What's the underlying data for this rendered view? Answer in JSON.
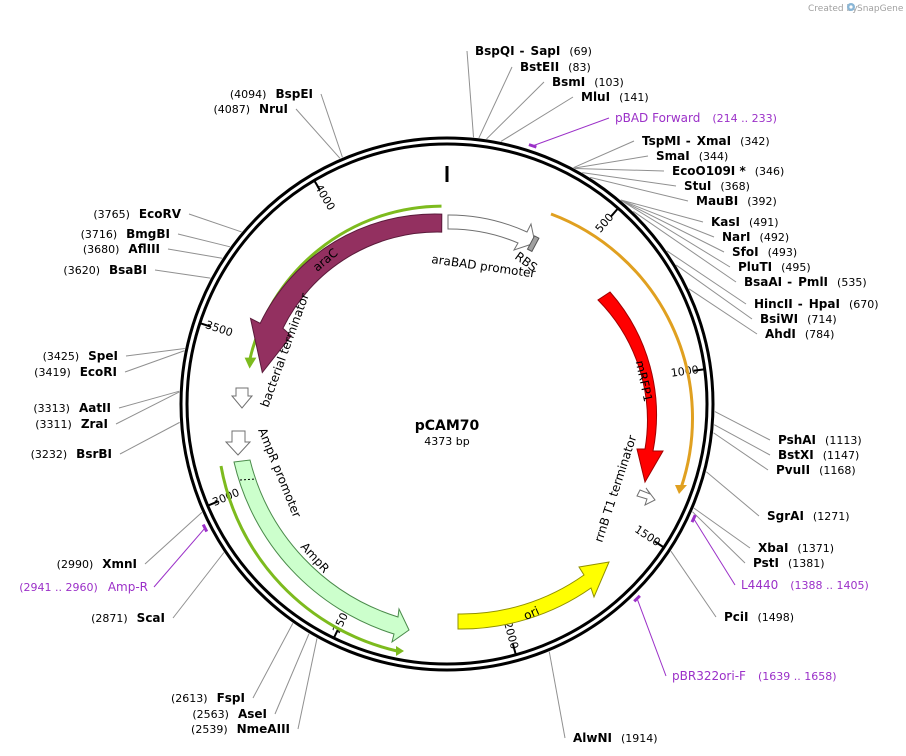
{
  "credit": {
    "prefix": "Created by",
    "brand": "SnapGene"
  },
  "plasmid": {
    "name": "pCAM70",
    "size_label": "4373 bp",
    "length": 4373
  },
  "ticks": [
    {
      "pos": 500,
      "label": "500"
    },
    {
      "pos": 1000,
      "label": "1000"
    },
    {
      "pos": 1500,
      "label": "1500"
    },
    {
      "pos": 2000,
      "label": "2000"
    },
    {
      "pos": 2500,
      "label": "2500"
    },
    {
      "pos": 3000,
      "label": "3000"
    },
    {
      "pos": 3500,
      "label": "3500"
    },
    {
      "pos": 4000,
      "label": "4000"
    }
  ],
  "enzymes_right": [
    {
      "name": "BspQI",
      "name2": "SapI",
      "pos": "(69)",
      "site": 69
    },
    {
      "name": "BstEII",
      "pos": "(83)",
      "site": 83
    },
    {
      "name": "BsmI",
      "pos": "(103)",
      "site": 103
    },
    {
      "name": "MluI",
      "pos": "(141)",
      "site": 141
    },
    {
      "name": "TspMI",
      "name2": "XmaI",
      "pos": "(342)",
      "site": 342
    },
    {
      "name": "SmaI",
      "pos": "(344)",
      "site": 344
    },
    {
      "name": "EcoO109I *",
      "pos": "(346)",
      "site": 346
    },
    {
      "name": "StuI",
      "pos": "(368)",
      "site": 368
    },
    {
      "name": "MauBI",
      "pos": "(392)",
      "site": 392
    },
    {
      "name": "KasI",
      "pos": "(491)",
      "site": 491
    },
    {
      "name": "NarI",
      "pos": "(492)",
      "site": 492
    },
    {
      "name": "SfoI",
      "pos": "(493)",
      "site": 493
    },
    {
      "name": "PluTI",
      "pos": "(495)",
      "site": 495
    },
    {
      "name": "BsaAI",
      "name2": "PmlI",
      "pos": "(535)",
      "site": 535
    },
    {
      "name": "HincII",
      "name2": "HpaI",
      "pos": "(670)",
      "site": 670
    },
    {
      "name": "BsiWI",
      "pos": "(714)",
      "site": 714
    },
    {
      "name": "AhdI",
      "pos": "(784)",
      "site": 784
    },
    {
      "name": "PshAI",
      "pos": "(1113)",
      "site": 1113
    },
    {
      "name": "BstXI",
      "pos": "(1147)",
      "site": 1147
    },
    {
      "name": "PvuII",
      "pos": "(1168)",
      "site": 1168
    },
    {
      "name": "SgrAI",
      "pos": "(1271)",
      "site": 1271
    },
    {
      "name": "XbaI",
      "pos": "(1371)",
      "site": 1371
    },
    {
      "name": "PstI",
      "pos": "(1381)",
      "site": 1381
    },
    {
      "name": "PciI",
      "pos": "(1498)",
      "site": 1498
    },
    {
      "name": "AlwNI",
      "pos": "(1914)",
      "site": 1914
    }
  ],
  "enzymes_left": [
    {
      "name": "BspEI",
      "pos": "(4094)",
      "site": 4094
    },
    {
      "name": "NruI",
      "pos": "(4087)",
      "site": 4087
    },
    {
      "name": "EcoRV",
      "pos": "(3765)",
      "site": 3765
    },
    {
      "name": "BmgBI",
      "pos": "(3716)",
      "site": 3716
    },
    {
      "name": "AflIII",
      "pos": "(3680)",
      "site": 3680
    },
    {
      "name": "BsaBI",
      "pos": "(3620)",
      "site": 3620
    },
    {
      "name": "SpeI",
      "pos": "(3425)",
      "site": 3425
    },
    {
      "name": "EcoRI",
      "pos": "(3419)",
      "site": 3419
    },
    {
      "name": "AatII",
      "pos": "(3313)",
      "site": 3313
    },
    {
      "name": "ZraI",
      "pos": "(3311)",
      "site": 3311
    },
    {
      "name": "BsrBI",
      "pos": "(3232)",
      "site": 3232
    },
    {
      "name": "XmnI",
      "pos": "(2990)",
      "site": 2990
    },
    {
      "name": "ScaI",
      "pos": "(2871)",
      "site": 2871
    },
    {
      "name": "FspI",
      "pos": "(2613)",
      "site": 2613
    },
    {
      "name": "AseI",
      "pos": "(2563)",
      "site": 2563
    },
    {
      "name": "NmeAIII",
      "pos": "(2539)",
      "site": 2539
    }
  ],
  "primers": [
    {
      "name": "pBAD Forward",
      "range": "(214 .. 233)",
      "site": 223
    },
    {
      "name": "L4440",
      "range": "(1388 .. 1405)",
      "site": 1396
    },
    {
      "name": "pBR322ori-F",
      "range": "(1639 .. 1658)",
      "site": 1648
    },
    {
      "name": "Amp-R",
      "range": "(2941 .. 2960)",
      "site": 2950
    }
  ],
  "features": {
    "araC": "araC",
    "araBAD": "araBAD promoter",
    "rbs": "RBS",
    "mRFP1": "mRFP1",
    "rrnB": "rrnB T1 terminator",
    "ori": "ori",
    "AmpR": "AmpR",
    "AmpR_promoter": "AmpR promoter",
    "bacterial_terminator": "bacterial terminator"
  },
  "colors": {
    "araC": "#933060",
    "mRFP1": "#ff0000",
    "ori": "#ffff00",
    "AmpR": "#ccffcc",
    "primer": "#9b30c8",
    "orf_green": "#7dbb1e",
    "orf_orange": "#e0a020"
  }
}
